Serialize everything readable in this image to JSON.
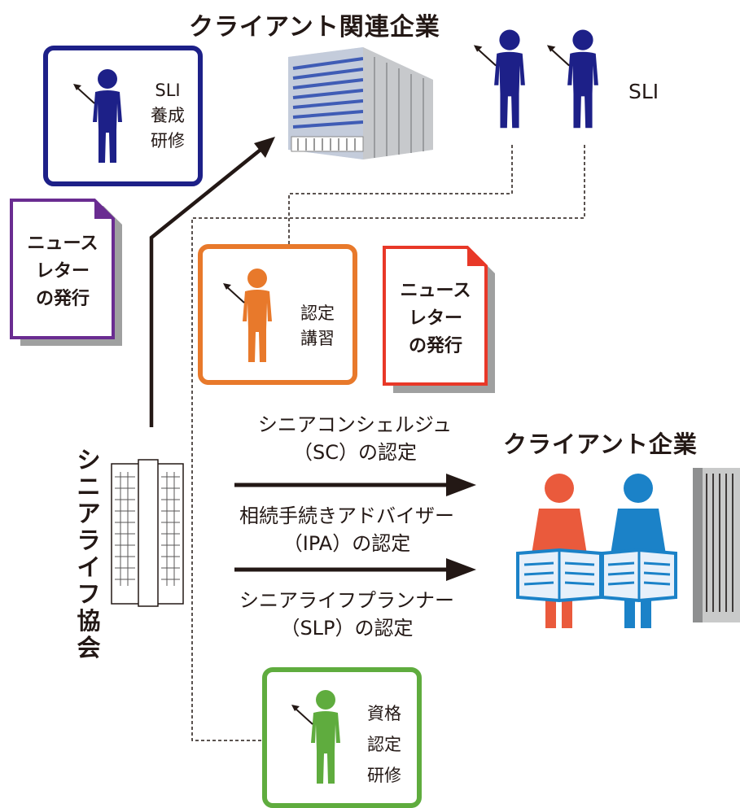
{
  "client_related_company": {
    "title": "クライアント関連企業"
  },
  "sli_label": "SLI",
  "sli_training": {
    "line1": "SLI",
    "line2": "養成",
    "line3": "研修"
  },
  "newsletter_left": {
    "line1": "ニュース",
    "line2": "レター",
    "line3": "の発行"
  },
  "newsletter_right": {
    "line1": "ニュース",
    "line2": "レター",
    "line3": "の発行"
  },
  "certified_course": {
    "line1": "認定",
    "line2": "講習"
  },
  "client_company": {
    "title": "クライアント企業"
  },
  "association": {
    "chars": [
      "シ",
      "ニ",
      "ア",
      "ラ",
      "イ",
      "フ",
      "協",
      "会"
    ]
  },
  "certifications": [
    {
      "line1": "シニアコンシェルジュ",
      "line2": "（SC）の認定"
    },
    {
      "line1": "相続手続きアドバイザー",
      "line2": "（IPA）の認定"
    },
    {
      "line1": "シニアライフプランナー",
      "line2": "（SLP）の認定"
    }
  ],
  "qualification_training": {
    "line1": "資格",
    "line2": "認定",
    "line3": "研修"
  },
  "colors": {
    "navy": "#1d2088",
    "purple": "#6a2c91",
    "orange": "#e8792b",
    "red": "#e83828",
    "green": "#5fac3e",
    "person_red": "#ea5a3c",
    "person_blue": "#1b82c8",
    "ink": "#231815"
  }
}
